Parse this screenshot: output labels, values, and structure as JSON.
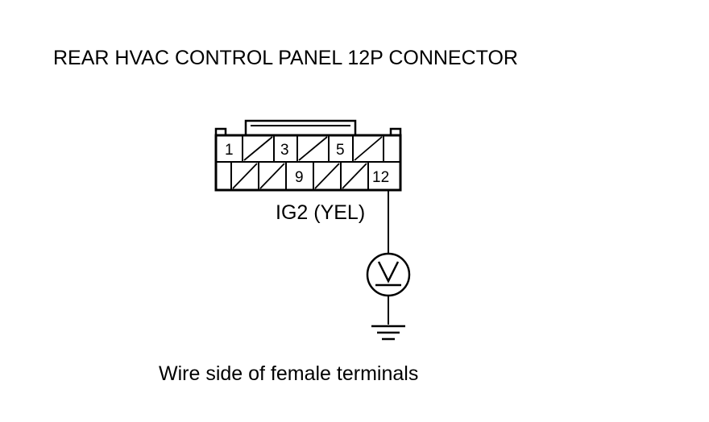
{
  "diagram": {
    "title": "REAR HVAC CONTROL PANEL 12P CONNECTOR",
    "caption": "Wire side of female terminals",
    "wire_label": "IG2 (YEL)",
    "connector": {
      "pins_top": [
        "1",
        "",
        "3",
        "",
        "5",
        "",
        ""
      ],
      "pins_bottom": [
        "",
        "",
        "",
        "9",
        "",
        "",
        "12"
      ]
    },
    "meter_icon": "voltmeter-icon",
    "ground_icon": "ground-icon"
  }
}
